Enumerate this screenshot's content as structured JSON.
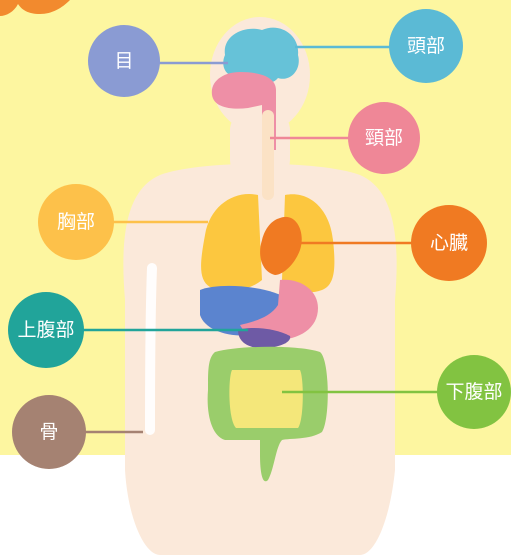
{
  "labels": {
    "eye": "目",
    "head": "頭部",
    "neck": "頸部",
    "chest": "胸部",
    "heart": "心臓",
    "upper_abdomen": "上腹部",
    "lower_abdomen": "下腹部",
    "bone": "骨"
  },
  "colors": {
    "background_yellow": "#fdf6a0",
    "floor": "#ffffff",
    "body_skin": "#fbe9da",
    "eye": "#8a9bd3",
    "head": "#5bbad5",
    "neck": "#ef8797",
    "chest": "#fdc14a",
    "heart": "#f07a22",
    "upper_abdomen": "#21a49a",
    "lower_abdomen": "#82c341",
    "bone": "#a58272",
    "brain": "#66c2d8",
    "lungs": "#fcc73f",
    "liver": "#5b84cf",
    "stomach": "#ee8fa6",
    "intestine_large": "#9acd6b",
    "intestine_small": "#f4e77a"
  }
}
